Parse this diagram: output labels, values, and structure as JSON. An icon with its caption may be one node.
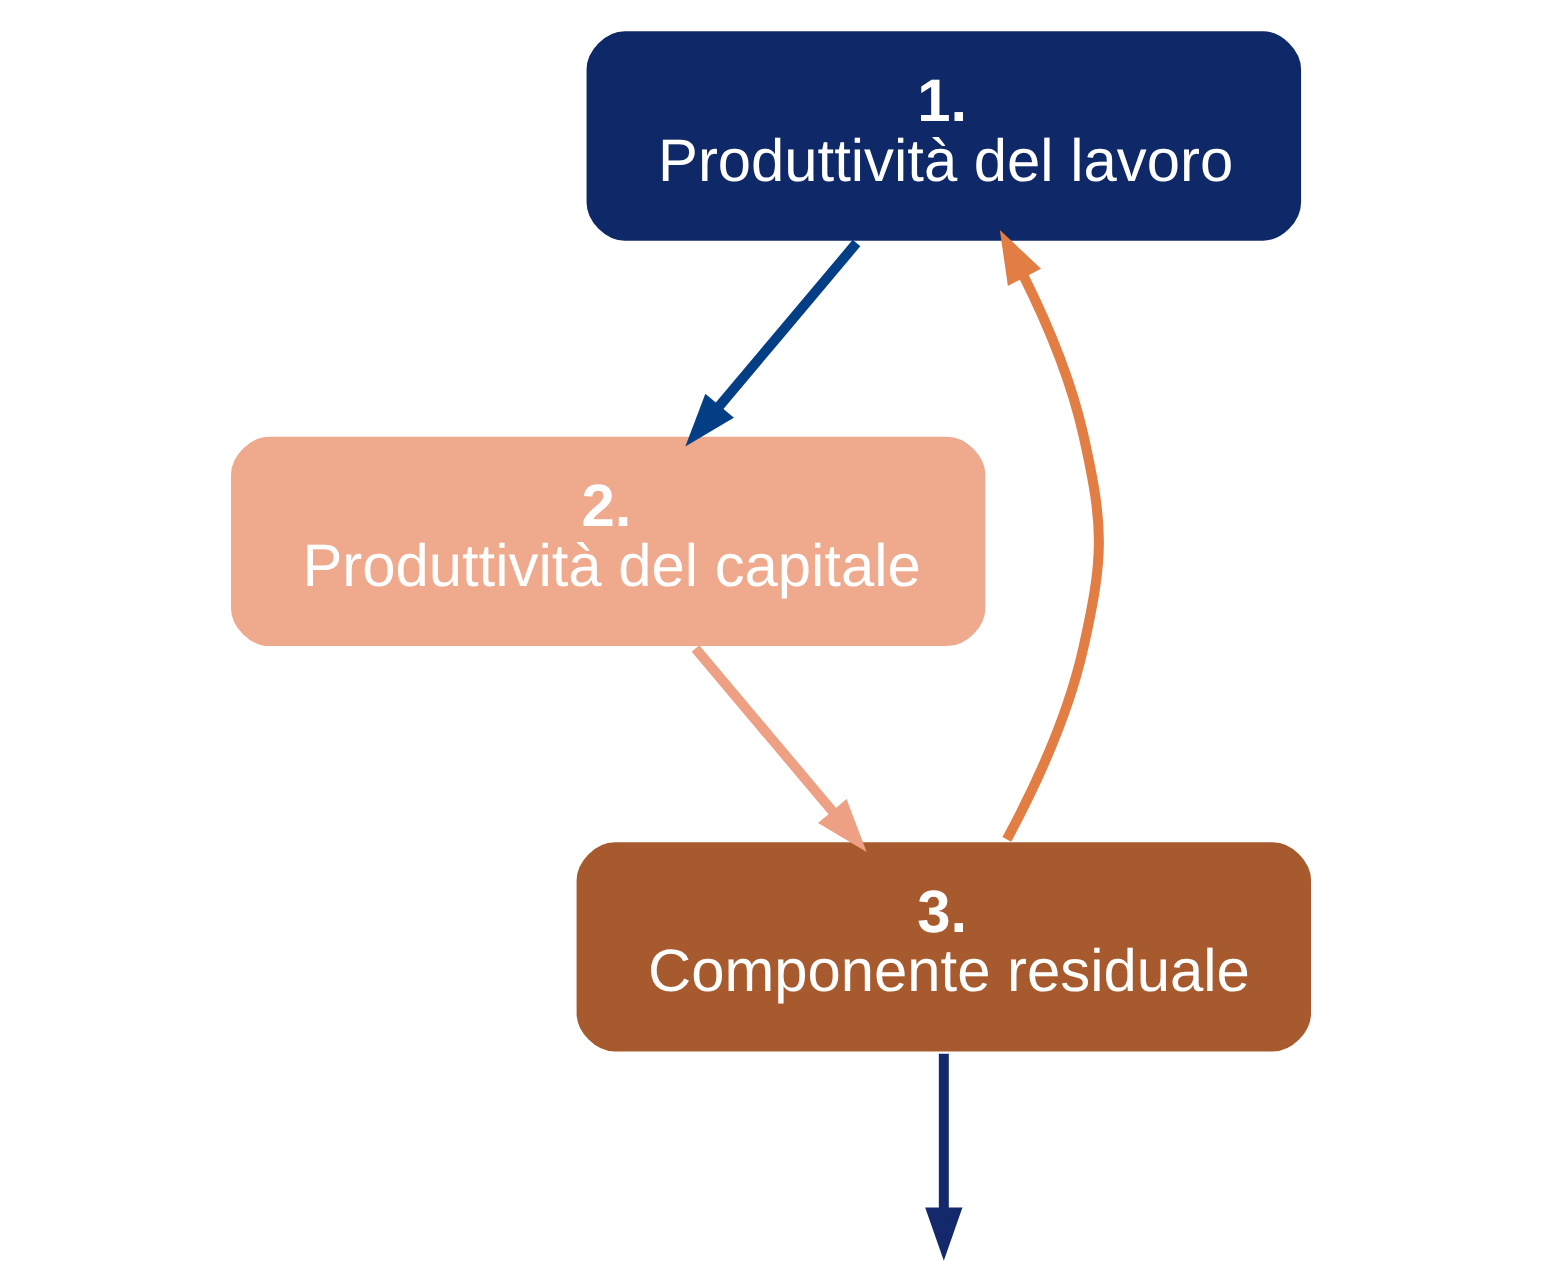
{
  "diagram": {
    "nodes": [
      {
        "text": [
          "1.",
          "Produttività del lavoro"
        ]
      },
      {
        "text": [
          "2.",
          "Produttività del capitale"
        ]
      },
      {
        "text": [
          "3.",
          "Componente residuale"
        ]
      }
    ],
    "edges": [
      {
        "from": 0,
        "to": 1,
        "arrow": "to",
        "color": "#043f85"
      },
      {
        "from": 1,
        "to": 2,
        "arrow": "to",
        "color": "#eda083"
      },
      {
        "from": 2,
        "to": 0,
        "arrow": "to",
        "color": "#e27d43"
      },
      {
        "from": 2,
        "to": null,
        "arrow": "to",
        "color": "#14296b"
      }
    ]
  }
}
